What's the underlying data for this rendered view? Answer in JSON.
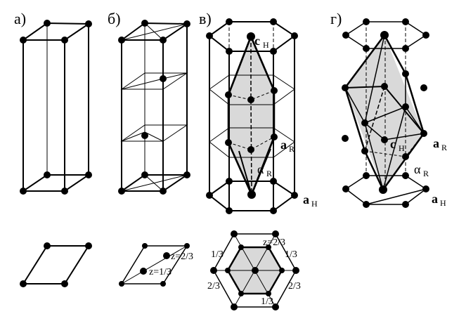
{
  "panels": {
    "a": "а)",
    "b": "б)",
    "v": "в)",
    "g": "г)"
  },
  "vectors": {
    "c": "c",
    "c_sub": "H",
    "aR": "a",
    "aR_sub": "R",
    "alpha": "α",
    "alpha_sub": "R",
    "aH": "a",
    "aH_sub": "H"
  },
  "b_projection": {
    "z_upper": "z=2/3",
    "z_lower": "z=1/3"
  },
  "v_projection": {
    "z_top": "z=2/3",
    "left_top": "1/3",
    "right_top": "1/3",
    "left_bottom": "2/3",
    "right_bottom": "2/3",
    "bottom": "1/3"
  },
  "colors": {
    "line": "#000000",
    "fill": "#d9d9d9",
    "atom": "#000000"
  }
}
